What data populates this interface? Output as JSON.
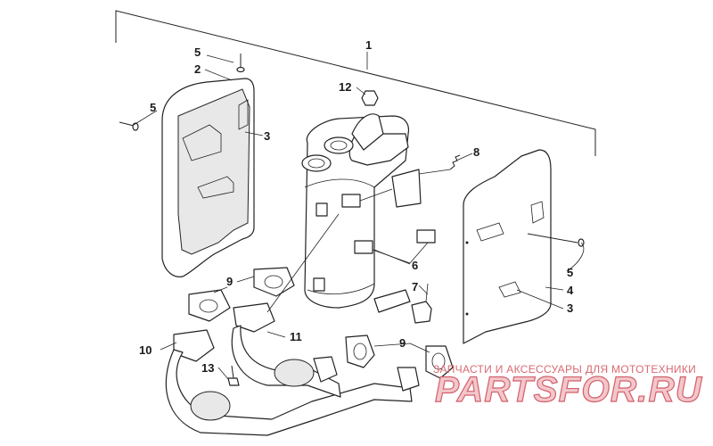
{
  "callouts": {
    "c1": "1",
    "c2": "2",
    "c3a": "3",
    "c3b": "3",
    "c4": "4",
    "c5a": "5",
    "c5b": "5",
    "c5c": "5",
    "c6": "6",
    "c7": "7",
    "c8": "8",
    "c9a": "9",
    "c9b": "9",
    "c10": "10",
    "c11": "11",
    "c12": "12",
    "c13": "13"
  },
  "watermark": {
    "subtitle": "ЗАПЧАСТИ И АКСЕССУАРЫ ДЛЯ МОТОТЕХНИКИ",
    "logo": "PARTSFOR.RU"
  }
}
